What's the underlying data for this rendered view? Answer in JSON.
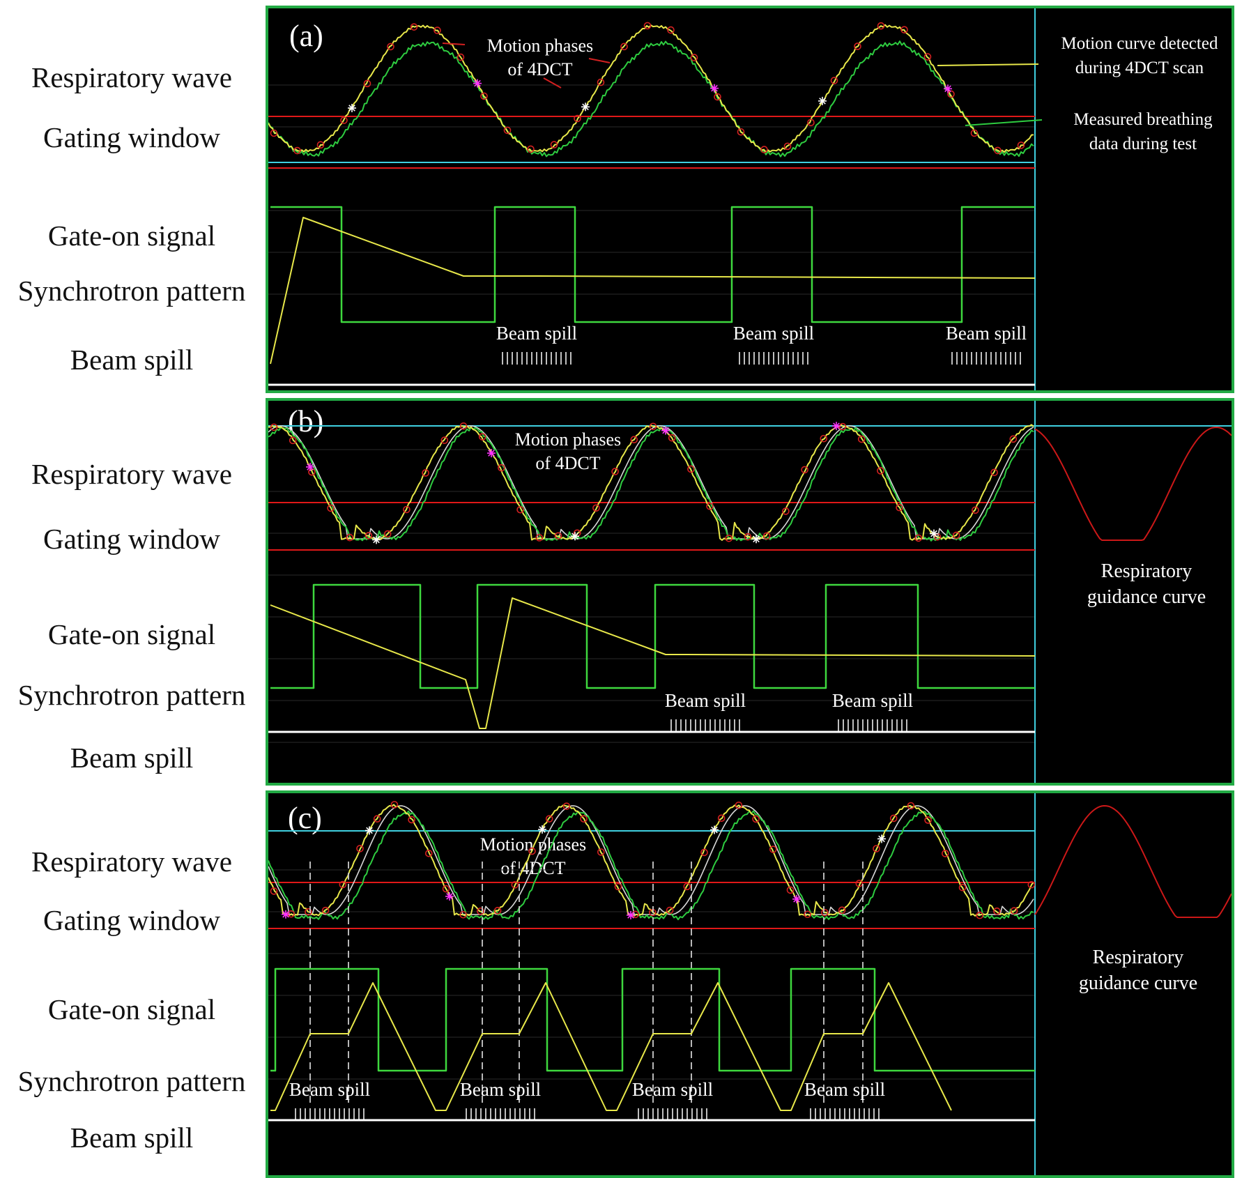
{
  "colors": {
    "panel_border": "#22aa44",
    "panel_background": "#000000",
    "motion_curve_4dct": "#e8e84a",
    "measured_breathing": "#2ecc40",
    "gating_window": "#e01818",
    "baseline_cyan": "#3fd0e0",
    "gate_on_signal": "#3ed83e",
    "synchrotron_pattern": "#e8e84a",
    "guidance_curve": "#cc1818",
    "reference_curve": "#d8d8d8",
    "phase_marker": "#d22020",
    "highlight_star_magenta": "#ff33ff",
    "highlight_star_white": "#ffffff",
    "dashed_marker": "#cccccc"
  },
  "row_labels": {
    "respiratory_wave": "Respiratory wave",
    "gating_window": "Gating window",
    "gate_on_signal": "Gate-on signal",
    "synchrotron_pattern": "Synchrotron pattern",
    "beam_spill": "Beam spill"
  },
  "panels": [
    {
      "id": "a",
      "tag": "(a)",
      "annotations": {
        "motion_phases": [
          "Motion phases",
          "of 4DCT"
        ],
        "motion_curve": [
          "Motion curve detected",
          "during 4DCT scan"
        ],
        "measured_data": [
          "Measured breathing",
          "data during test"
        ]
      },
      "beam_spill_label": "Beam spill",
      "beam_spill_count": 3
    },
    {
      "id": "b",
      "tag": "(b)",
      "annotations": {
        "motion_phases": [
          "Motion phases",
          "of 4DCT"
        ],
        "guidance": [
          "Respiratory",
          "guidance curve"
        ]
      },
      "beam_spill_label": "Beam spill",
      "beam_spill_count": 2
    },
    {
      "id": "c",
      "tag": "(c)",
      "annotations": {
        "motion_phases": [
          "Motion phases",
          "of 4DCT"
        ],
        "guidance": [
          "Respiratory",
          "guidance curve"
        ]
      },
      "beam_spill_label": "Beam spill",
      "beam_spill_count": 4
    }
  ]
}
